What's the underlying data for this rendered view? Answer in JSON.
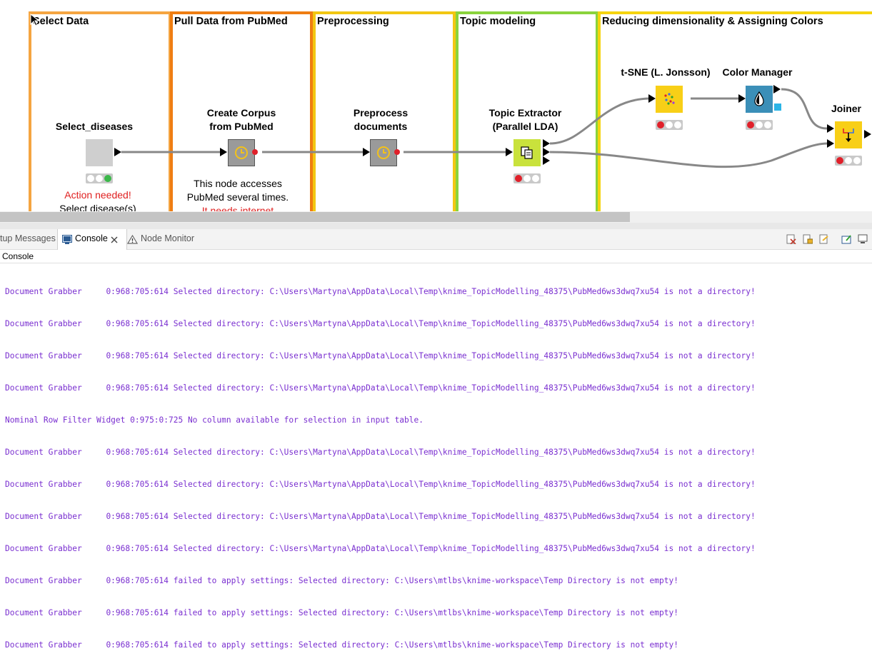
{
  "annotations": [
    {
      "title": "Select Data",
      "color": "#f5a541"
    },
    {
      "title": "Pull Data from PubMed",
      "color": "#ef7d12"
    },
    {
      "title": "Preprocessing",
      "color": "#f2c712"
    },
    {
      "title": "Topic modeling",
      "color": "#8ad33c"
    },
    {
      "title": "Reducing dimensionality & Assigning Colors",
      "color": "#f5d40e"
    }
  ],
  "nodes": {
    "select_diseases": {
      "label": "Select_diseases"
    },
    "create_corpus": {
      "label_1": "Create Corpus",
      "label_2": "from PubMed"
    },
    "preprocess": {
      "label_1": "Preprocess",
      "label_2": "documents"
    },
    "topic_extractor": {
      "label_1": "Topic Extractor",
      "label_2": "(Parallel LDA)"
    },
    "tsne": {
      "label": "t-SNE (L. Jonsson)"
    },
    "color_manager": {
      "label": "Color Manager"
    },
    "joiner": {
      "label": "Joiner"
    }
  },
  "notes": {
    "select_action": "Action needed!",
    "select_desc": "Select disease(s)",
    "pubmed_line1": "This node accesses",
    "pubmed_line2": "PubMed several times.",
    "pubmed_line3": "It needs internet"
  },
  "tabs": {
    "startup": "tup Messages",
    "console": "Console",
    "node_monitor": "Node Monitor"
  },
  "console_title": "Console",
  "log_lines": [
    "Document Grabber     0:968:705:614 Selected directory: C:\\Users\\Martyna\\AppData\\Local\\Temp\\knime_TopicModelling_48375\\PubMed6ws3dwq7xu54 is not a directory!",
    "Document Grabber     0:968:705:614 Selected directory: C:\\Users\\Martyna\\AppData\\Local\\Temp\\knime_TopicModelling_48375\\PubMed6ws3dwq7xu54 is not a directory!",
    "Document Grabber     0:968:705:614 Selected directory: C:\\Users\\Martyna\\AppData\\Local\\Temp\\knime_TopicModelling_48375\\PubMed6ws3dwq7xu54 is not a directory!",
    "Document Grabber     0:968:705:614 Selected directory: C:\\Users\\Martyna\\AppData\\Local\\Temp\\knime_TopicModelling_48375\\PubMed6ws3dwq7xu54 is not a directory!",
    "Nominal Row Filter Widget 0:975:0:725 No column available for selection in input table.",
    "Document Grabber     0:968:705:614 Selected directory: C:\\Users\\Martyna\\AppData\\Local\\Temp\\knime_TopicModelling_48375\\PubMed6ws3dwq7xu54 is not a directory!",
    "Document Grabber     0:968:705:614 Selected directory: C:\\Users\\Martyna\\AppData\\Local\\Temp\\knime_TopicModelling_48375\\PubMed6ws3dwq7xu54 is not a directory!",
    "Document Grabber     0:968:705:614 Selected directory: C:\\Users\\Martyna\\AppData\\Local\\Temp\\knime_TopicModelling_48375\\PubMed6ws3dwq7xu54 is not a directory!",
    "Document Grabber     0:968:705:614 Selected directory: C:\\Users\\Martyna\\AppData\\Local\\Temp\\knime_TopicModelling_48375\\PubMed6ws3dwq7xu54 is not a directory!",
    "Document Grabber     0:968:705:614 failed to apply settings: Selected directory: C:\\Users\\mtlbs\\knime-workspace\\Temp Directory is not empty!",
    "Document Grabber     0:968:705:614 failed to apply settings: Selected directory: C:\\Users\\mtlbs\\knime-workspace\\Temp Directory is not empty!",
    "Document Grabber     0:968:705:614 failed to apply settings: Selected directory: C:\\Users\\mtlbs\\knime-workspace\\Temp Directory is not empty!"
  ]
}
